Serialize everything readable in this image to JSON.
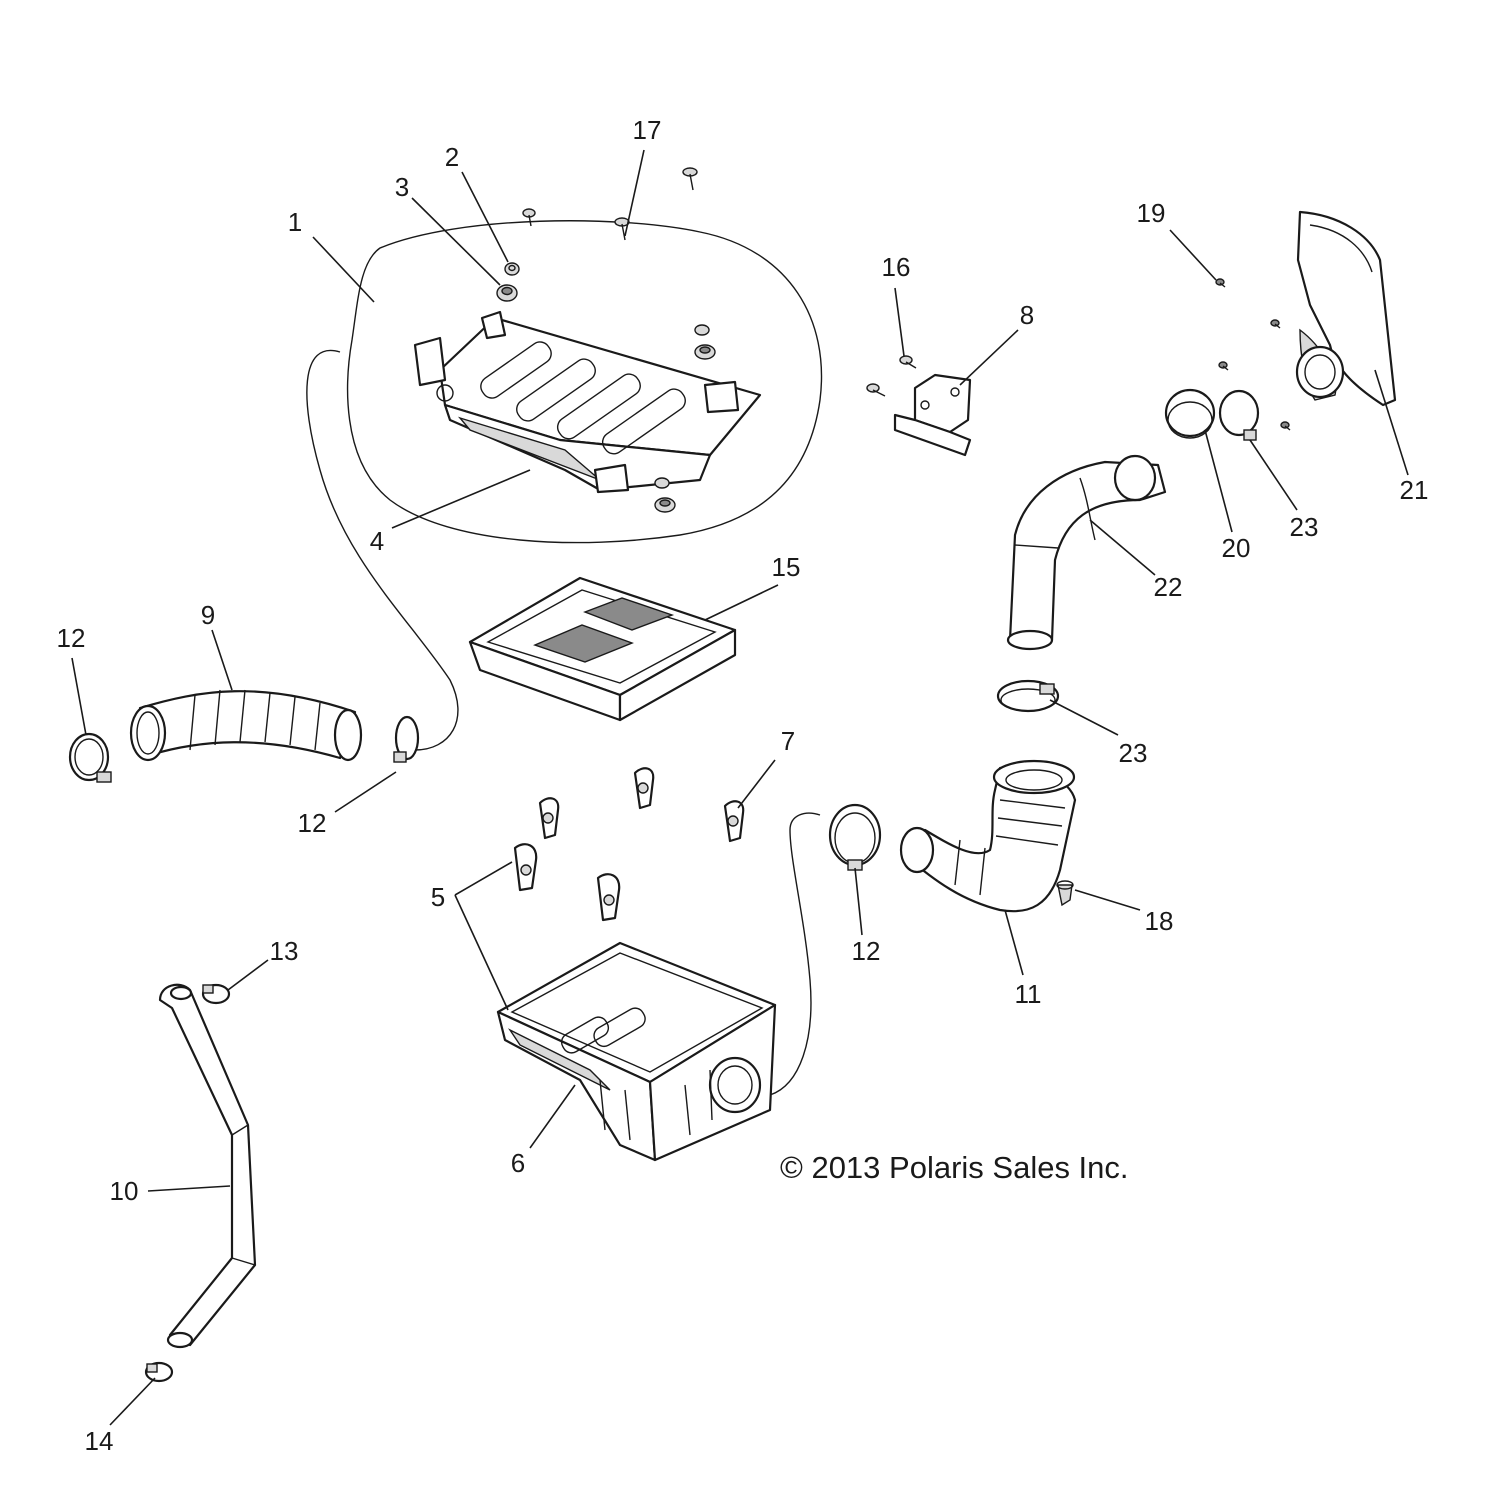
{
  "diagram": {
    "copyright": "© 2013 Polaris Sales Inc.",
    "labels": {
      "p1": "1",
      "p2": "2",
      "p3": "3",
      "p4": "4",
      "p5": "5",
      "p6": "6",
      "p7": "7",
      "p8": "8",
      "p9": "9",
      "p10": "10",
      "p11": "11",
      "p12a": "12",
      "p12b": "12",
      "p12c": "12",
      "p13": "13",
      "p14": "14",
      "p15": "15",
      "p16": "16",
      "p17": "17",
      "p18": "18",
      "p19": "19",
      "p20": "20",
      "p21": "21",
      "p22": "22",
      "p23a": "23",
      "p23b": "23"
    },
    "colors": {
      "line": "#1a1a1a",
      "background": "#ffffff",
      "shade": "#d9d9d9"
    }
  }
}
